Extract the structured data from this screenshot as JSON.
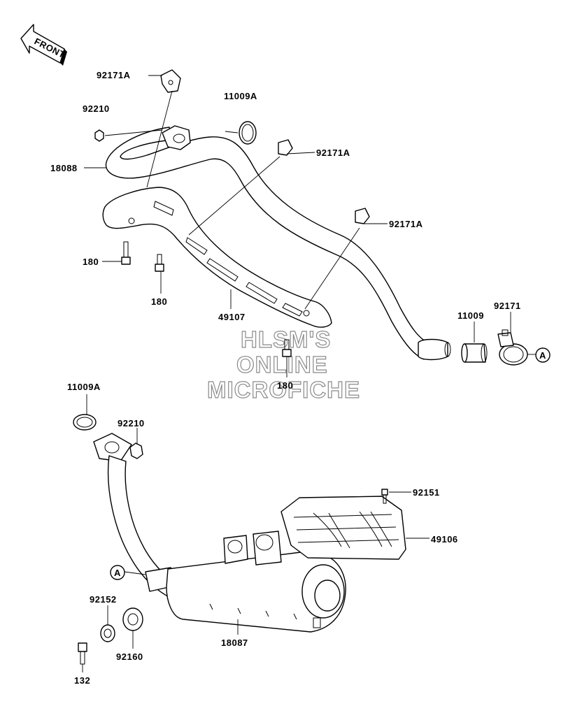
{
  "front_arrow": {
    "label": "FRONT"
  },
  "watermark": {
    "line1": "HLSM'S",
    "line2": "ONLINE",
    "line3": "MICROFICHE"
  },
  "callouts": {
    "c92171A_top": "92171A",
    "c92210_top": "92210",
    "c11009A_top": "11009A",
    "c92171A_mid": "92171A",
    "c18088": "18088",
    "c92171A_right": "92171A",
    "c180_left": "180",
    "c180_mid": "180",
    "c49107": "49107",
    "c11009": "11009",
    "c92171": "92171",
    "c180_low": "180",
    "c11009A_low": "11009A",
    "c92210_low": "92210",
    "c92151": "92151",
    "c49106": "49106",
    "c92152": "92152",
    "c92160": "92160",
    "c18087": "18087",
    "c132": "132"
  },
  "connectors": {
    "a_upper": "A",
    "a_lower": "A"
  }
}
